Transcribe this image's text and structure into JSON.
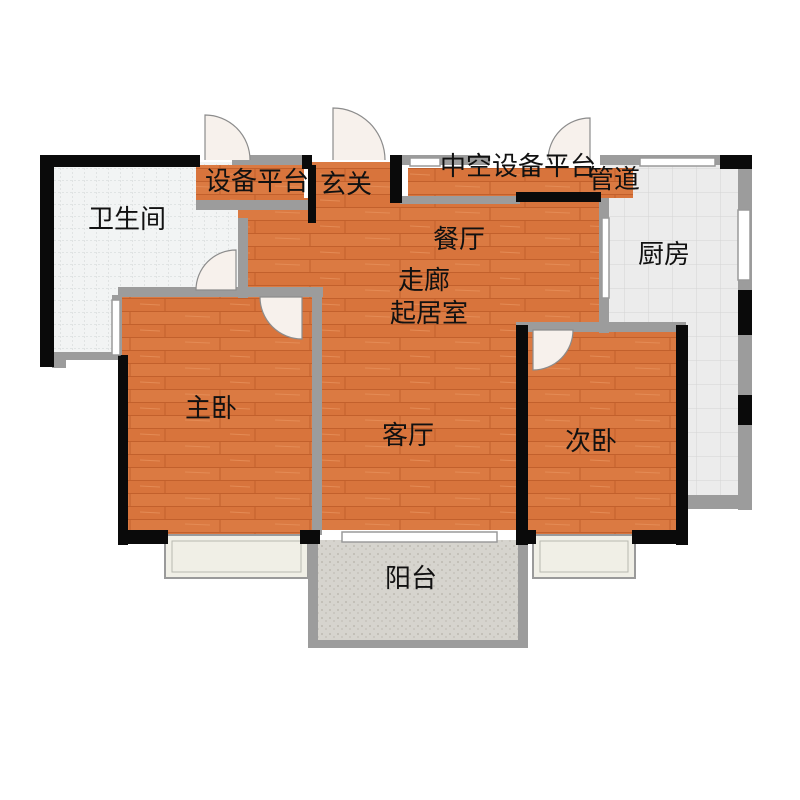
{
  "rooms": {
    "bathroom": "卫生间",
    "equipment_platform_left": "设备平台",
    "entrance": "玄关",
    "atrium": "中空",
    "equipment_platform_right": "设备平台",
    "pipe_shaft": "管道",
    "dining": "餐厅",
    "kitchen": "厨房",
    "corridor": "走廊",
    "living_room": "起居室",
    "master_bedroom": "主卧",
    "lounge": "客厅",
    "second_bedroom": "次卧",
    "balcony": "阳台"
  },
  "colors": {
    "floor_wood": "#d9733a",
    "tile_gray": "#e8e8e8",
    "bath_tile": "#f0f2f2",
    "wall_black": "#0a0a0a",
    "wall_gray": "#9a9a9a",
    "balcony_stone": "#d2d0ca"
  }
}
